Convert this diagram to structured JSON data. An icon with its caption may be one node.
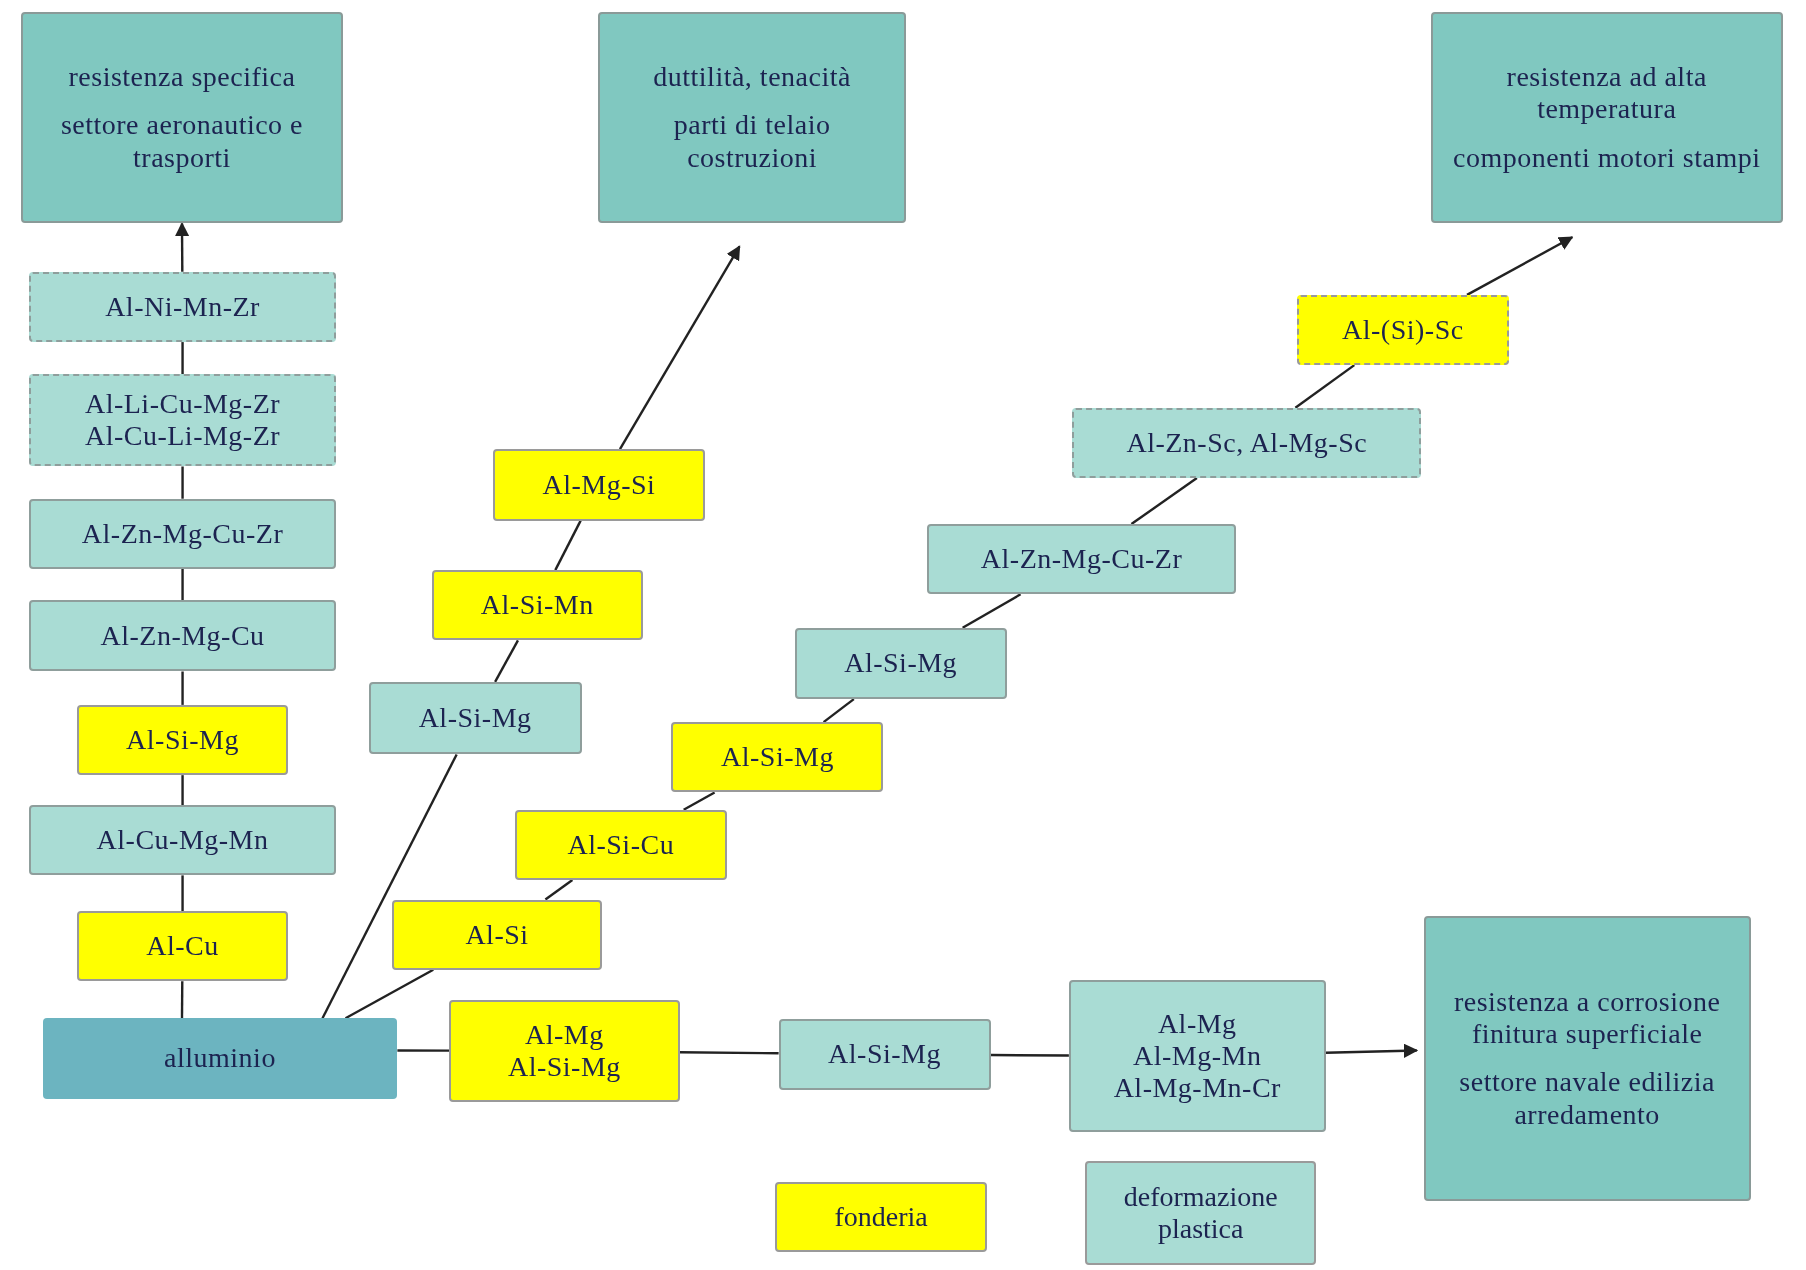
{
  "diagram": {
    "nodes": [
      {
        "text": [
          "resistenza specifica",
          "settore aeronautico e trasporti"
        ]
      },
      {
        "text": [
          "duttilità, tenacità",
          "parti di telaio costruzioni"
        ]
      },
      {
        "text": [
          "resistenza ad alta temperatura",
          "componenti motori stampi"
        ]
      },
      {
        "text": [
          "Al-Ni-Mn-Zr"
        ]
      },
      {
        "text": [
          "Al-Li-Cu-Mg-Zr",
          "Al-Cu-Li-Mg-Zr"
        ]
      },
      {
        "text": [
          "Al-Zn-Mg-Cu-Zr"
        ]
      },
      {
        "text": [
          "Al-Zn-Mg-Cu"
        ]
      },
      {
        "text": [
          "Al-Si-Mg"
        ]
      },
      {
        "text": [
          "Al-Cu-Mg-Mn"
        ]
      },
      {
        "text": [
          "Al-Cu"
        ]
      },
      {
        "text": [
          "Al-Mg-Si"
        ]
      },
      {
        "text": [
          "Al-Si-Mn"
        ]
      },
      {
        "text": [
          "Al-Si-Mg"
        ]
      },
      {
        "text": [
          "Al-(Si)-Sc"
        ]
      },
      {
        "text": [
          "Al-Zn-Sc, Al-Mg-Sc"
        ]
      },
      {
        "text": [
          "Al-Zn-Mg-Cu-Zr"
        ]
      },
      {
        "text": [
          "Al-Si-Mg"
        ]
      },
      {
        "text": [
          "Al-Si-Mg"
        ]
      },
      {
        "text": [
          "Al-Si-Cu"
        ]
      },
      {
        "text": [
          "Al-Si"
        ]
      },
      {
        "text": [
          "alluminio"
        ]
      },
      {
        "text": [
          "Al-Mg",
          "Al-Si-Mg"
        ]
      },
      {
        "text": [
          "Al-Si-Mg"
        ]
      },
      {
        "text": [
          "Al-Mg",
          "Al-Mg-Mn",
          "Al-Mg-Mn-Cr"
        ]
      },
      {
        "text": [
          "resistenza a corrosione finitura superficiale",
          "settore navale edilizia arredamento"
        ]
      }
    ],
    "edges": [
      {
        "from": 20,
        "to": 9,
        "arrow": "none"
      },
      {
        "from": 9,
        "to": 8,
        "arrow": "none"
      },
      {
        "from": 8,
        "to": 7,
        "arrow": "none"
      },
      {
        "from": 7,
        "to": 6,
        "arrow": "none"
      },
      {
        "from": 6,
        "to": 5,
        "arrow": "none"
      },
      {
        "from": 5,
        "to": 4,
        "arrow": "none"
      },
      {
        "from": 4,
        "to": 3,
        "arrow": "none"
      },
      {
        "from": 3,
        "to": 0,
        "arrow": "to"
      },
      {
        "from": 20,
        "to": 12,
        "arrow": "none"
      },
      {
        "from": 12,
        "to": 11,
        "arrow": "none"
      },
      {
        "from": 11,
        "to": 10,
        "arrow": "none"
      },
      {
        "from": 10,
        "to": 1,
        "arrow": "to"
      },
      {
        "from": 20,
        "to": 19,
        "arrow": "none"
      },
      {
        "from": 19,
        "to": 18,
        "arrow": "none"
      },
      {
        "from": 18,
        "to": 17,
        "arrow": "none"
      },
      {
        "from": 17,
        "to": 16,
        "arrow": "none"
      },
      {
        "from": 16,
        "to": 15,
        "arrow": "none"
      },
      {
        "from": 15,
        "to": 14,
        "arrow": "none"
      },
      {
        "from": 14,
        "to": 13,
        "arrow": "none"
      },
      {
        "from": 13,
        "to": 2,
        "arrow": "to"
      },
      {
        "from": 20,
        "to": 21,
        "arrow": "none"
      },
      {
        "from": 21,
        "to": 22,
        "arrow": "none"
      },
      {
        "from": 22,
        "to": 23,
        "arrow": "none"
      },
      {
        "from": 23,
        "to": 24,
        "arrow": "to"
      }
    ],
    "legend": [
      {
        "text": "fonderia",
        "color": "#ffff00"
      },
      {
        "text": "deformazione plastica",
        "color": "#a9dcd4"
      }
    ]
  }
}
